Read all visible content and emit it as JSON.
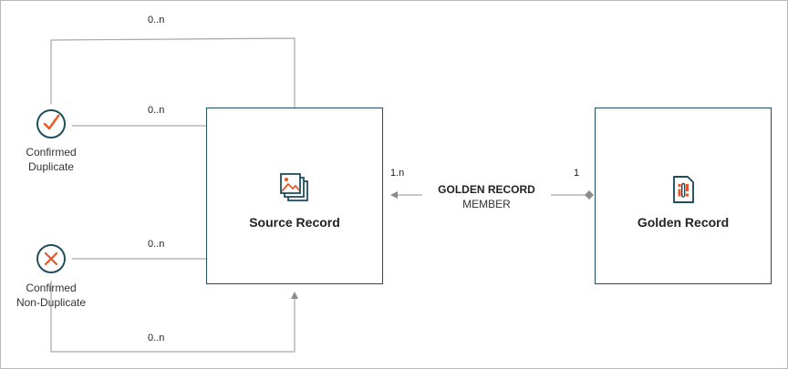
{
  "nodes": {
    "confirmed_duplicate": {
      "line1": "Confirmed",
      "line2": "Duplicate",
      "icon": "check-circle-icon"
    },
    "confirmed_non_duplicate": {
      "line1": "Confirmed",
      "line2": "Non-Duplicate",
      "icon": "x-circle-icon"
    },
    "source_record": {
      "title": "Source Record",
      "icon": "image-stack-icon"
    },
    "golden_record": {
      "title": "Golden Record",
      "icon": "sim-card-icon"
    }
  },
  "relationships": {
    "top_loop_multiplicity": "0..n",
    "duplicate_multiplicity": "0..n",
    "non_duplicate_multiplicity": "0..n",
    "bottom_loop_multiplicity": "0..n",
    "golden_member": {
      "name": "GOLDEN RECORD",
      "subtitle": "MEMBER",
      "source_side_multiplicity": "1.n",
      "golden_side_multiplicity": "1"
    }
  },
  "colors": {
    "box_border": "#1f4e5f",
    "accent": "#e8572a",
    "icon_dark": "#1f4e5f",
    "connector": "#a8a8a8",
    "diamond": "#8c8c8c"
  }
}
